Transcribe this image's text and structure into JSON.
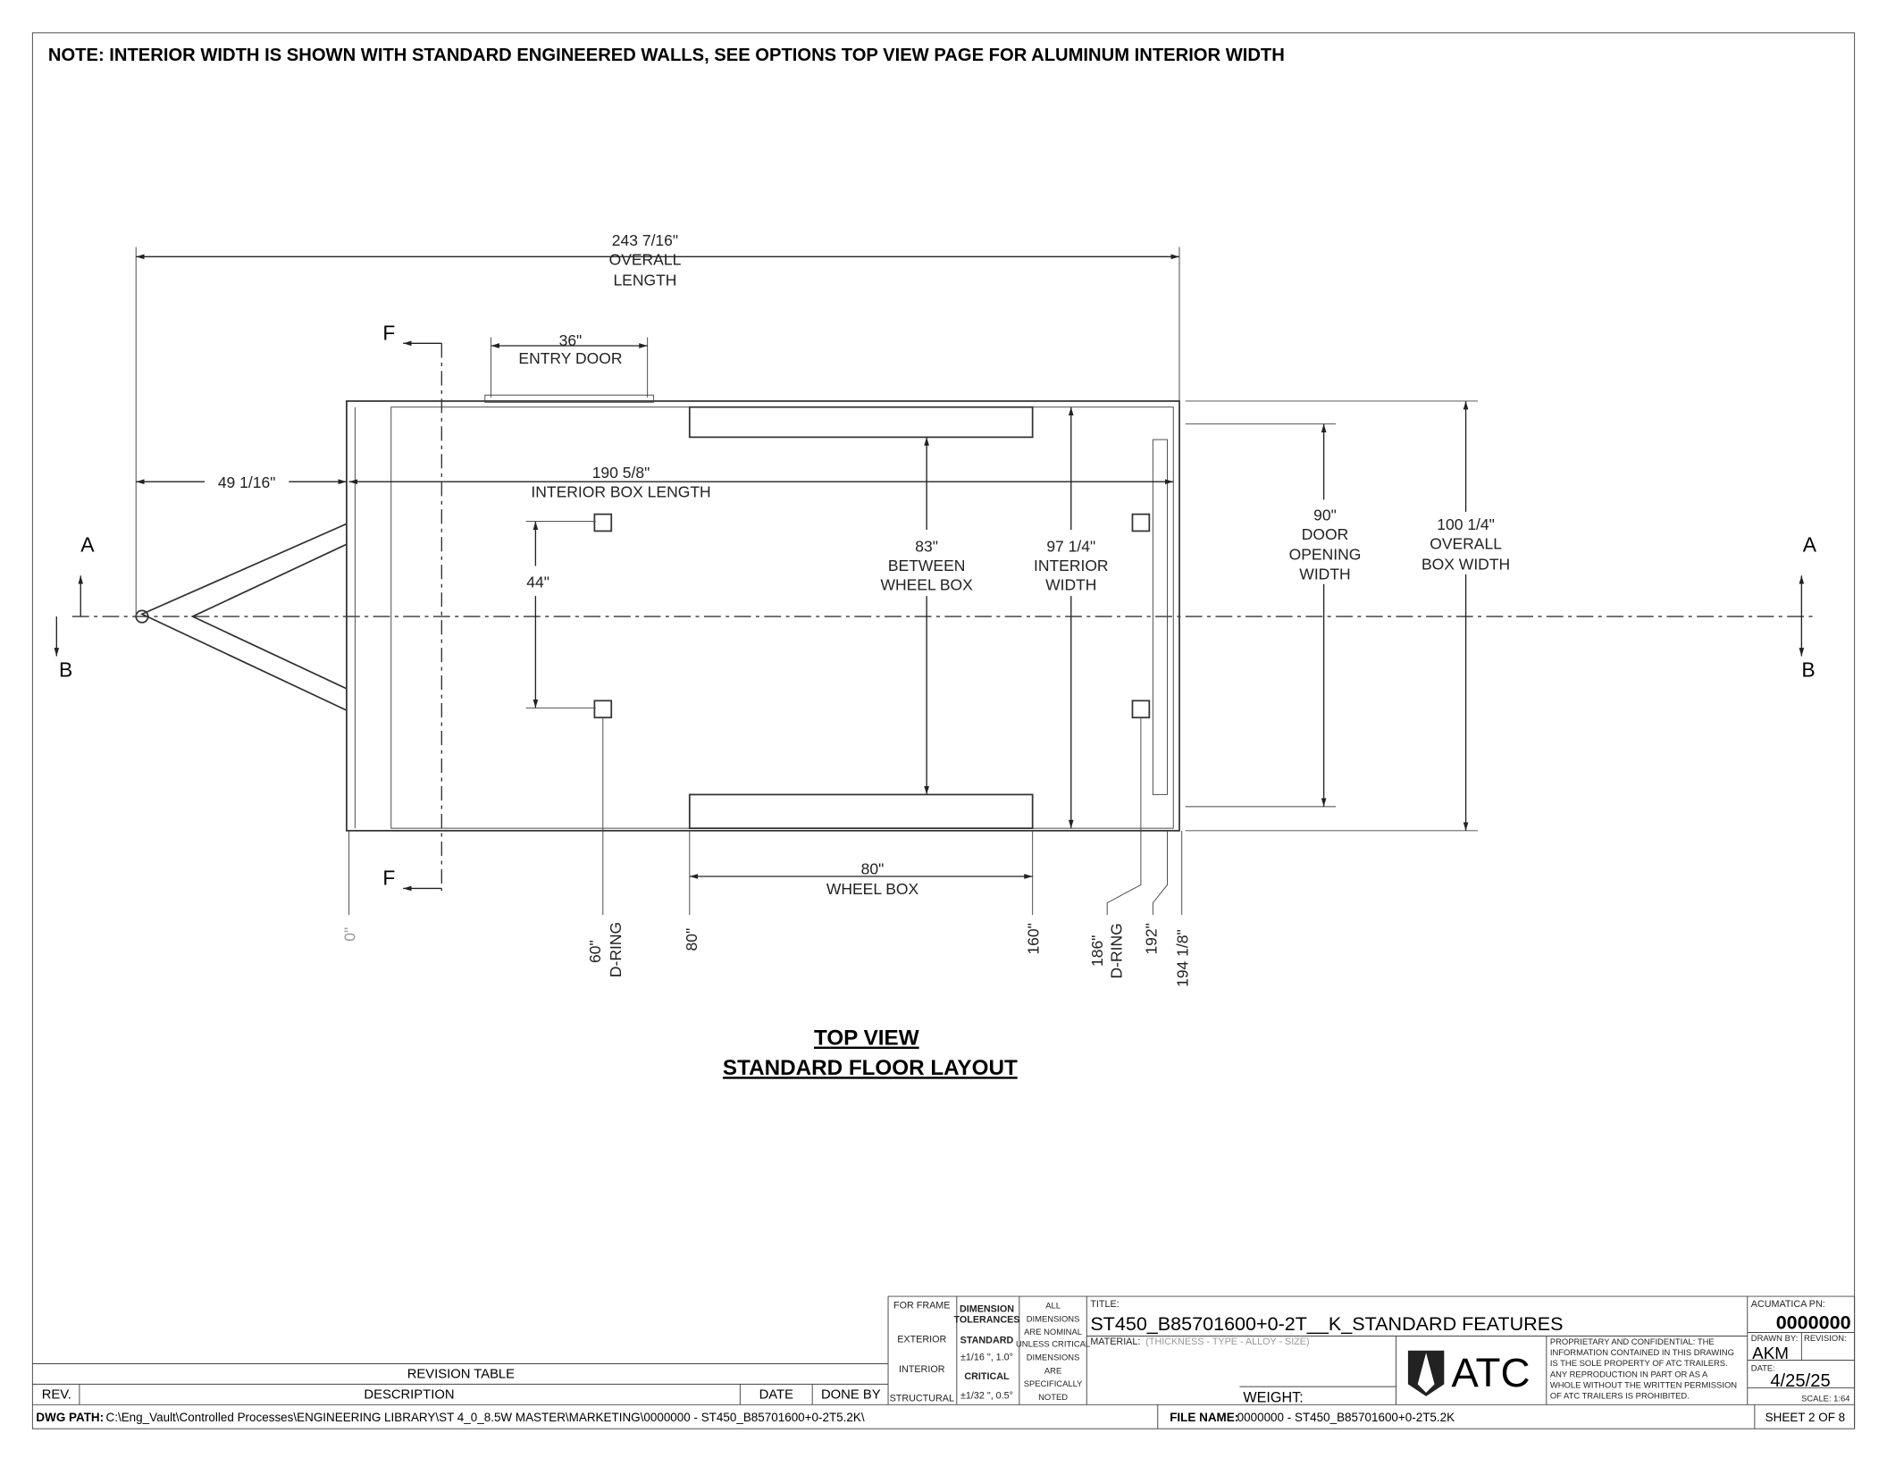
{
  "note": "NOTE: INTERIOR WIDTH IS SHOWN WITH STANDARD ENGINEERED WALLS, SEE OPTIONS TOP VIEW PAGE FOR ALUMINUM INTERIOR WIDTH",
  "dims": {
    "overall_length": [
      "243 7/16\"",
      "OVERALL",
      "LENGTH"
    ],
    "tongue": "49 1/16\"",
    "interior_length": [
      "190 5/8\"",
      "INTERIOR BOX LENGTH"
    ],
    "entry_door": [
      "36\"",
      "ENTRY DOOR"
    ],
    "dring_spacing": "44\"",
    "between_wheel_box": [
      "83\"",
      "BETWEEN",
      "WHEEL BOX"
    ],
    "interior_width": [
      "97 1/4\"",
      "INTERIOR",
      "WIDTH"
    ],
    "door_opening": [
      "90\"",
      "DOOR",
      "OPENING",
      "WIDTH"
    ],
    "overall_width": [
      "100 1/4\"",
      "OVERALL",
      "BOX WIDTH"
    ],
    "wheel_box": [
      "80\"",
      "WHEEL BOX"
    ]
  },
  "stations": {
    "s0": "0\"",
    "s60": [
      "60\"",
      "D-RING"
    ],
    "s80": "80\"",
    "s160": "160\"",
    "s186": [
      "186\"",
      "D-RING"
    ],
    "s192": "192\"",
    "s194": "194 1/8\""
  },
  "section_labels": {
    "a": "A",
    "b": "B",
    "f": "F"
  },
  "view_title": [
    "TOP VIEW",
    "STANDARD FLOOR LAYOUT"
  ],
  "revision_table": {
    "title": "REVISION TABLE",
    "headers": [
      "REV.",
      "DESCRIPTION",
      "DATE",
      "DONE BY"
    ]
  },
  "dwg_path_label": "DWG PATH:",
  "dwg_path": "C:\\Eng_Vault\\Controlled Processes\\ENGINEERING LIBRARY\\ST 4_0_8.5W MASTER\\MARKETING\\0000000 - ST450_B85701600+0-2T5.2K\\",
  "tol": {
    "for_frame": "FOR FRAME",
    "exterior": "EXTERIOR",
    "interior": "INTERIOR",
    "structural": "STRUCTURAL",
    "dim_tol": [
      "DIMENSION",
      "TOLERANCES"
    ],
    "standard": "STANDARD",
    "standard_val": "±1/16 \", 1.0°",
    "critical": "CRITICAL",
    "critical_val": "±1/32 \", 0.5°",
    "notes": [
      "ALL",
      "DIMENSIONS",
      "ARE NOMINAL",
      "UNLESS CRITICAL",
      "DIMENSIONS",
      "ARE",
      "SPECIFICALLY",
      "NOTED"
    ]
  },
  "title_label": "TITLE:",
  "title": "ST450_B85701600+0-2T__K_STANDARD FEATURES",
  "material_label": "MATERIAL:",
  "material": "(THICKNESS - TYPE - ALLOY - SIZE)",
  "weight_label": "WEIGHT:",
  "logo": "ATC",
  "proprietary": [
    "PROPRIETARY AND CONFIDENTIAL: THE",
    "INFORMATION CONTAINED IN THIS DRAWING",
    "IS THE SOLE PROPERTY OF ATC TRAILERS.",
    "ANY REPRODUCTION IN PART OR AS A",
    "WHOLE WITHOUT THE WRITTEN PERMISSION",
    "OF ATC TRAILERS IS PROHIBITED."
  ],
  "pn_label": "ACUMATICA PN:",
  "pn": "0000000",
  "drawn_by_label": "DRAWN BY:",
  "drawn_by": "AKM",
  "revision_label": "REVISION:",
  "date_label": "DATE:",
  "date": "4/25/25",
  "scale": "SCALE: 1:64",
  "file_name_label": "FILE NAME:",
  "file_name": "0000000 - ST450_B85701600+0-2T5.2K",
  "sheet": "SHEET 2 OF 8"
}
